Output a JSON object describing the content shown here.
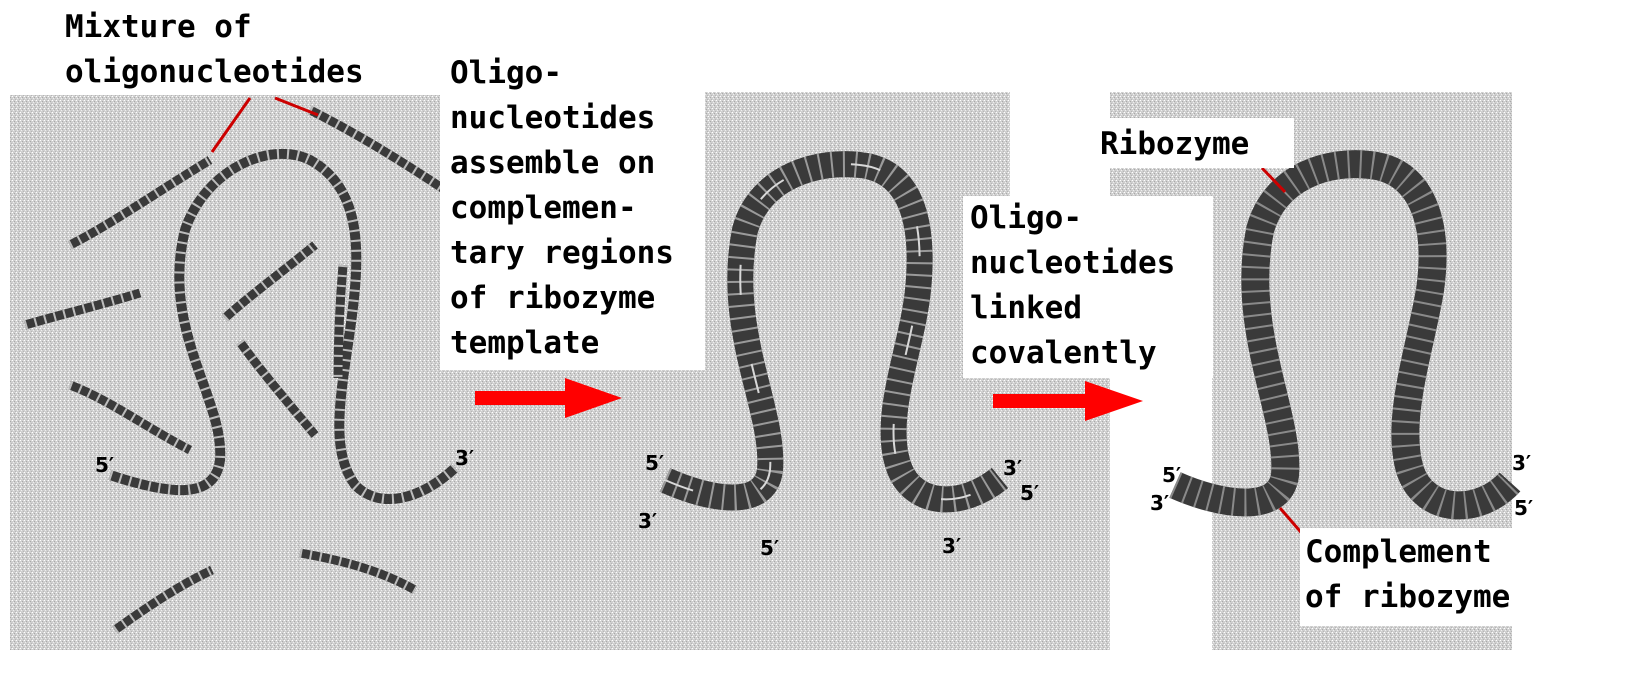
{
  "panel1": {
    "caption_lines": [
      "Mixture of",
      "oligonucleotides"
    ],
    "end_labels": {
      "five_prime": "5′",
      "three_prime": "3′"
    }
  },
  "step1": {
    "caption_lines": [
      "Oligo-",
      "nucleotides",
      "assemble on",
      "complemen-",
      "tary regions",
      "of ribozyme",
      "template"
    ]
  },
  "panel2": {
    "end_labels": {
      "left_top": "5′",
      "left_bottom": "3′",
      "mid_bottom": "5′",
      "right_top": "3′",
      "right_mid": "5′",
      "right_bottom": "3′"
    }
  },
  "step2": {
    "caption_lines": [
      "Oligo-",
      "nucleotides",
      "linked",
      "covalently"
    ]
  },
  "panel3": {
    "ribozyme_label": "Ribozyme",
    "complement_lines": [
      "Complement",
      "of ribozyme"
    ],
    "end_labels": {
      "left_top": "5′",
      "left_bottom": "3′",
      "right_top": "3′",
      "right_bottom": "5′"
    }
  },
  "colors": {
    "arrow": "#ff0000",
    "strand": "#3a3a3a",
    "background": "#c8c8c8",
    "pointer": "#cc0000"
  }
}
